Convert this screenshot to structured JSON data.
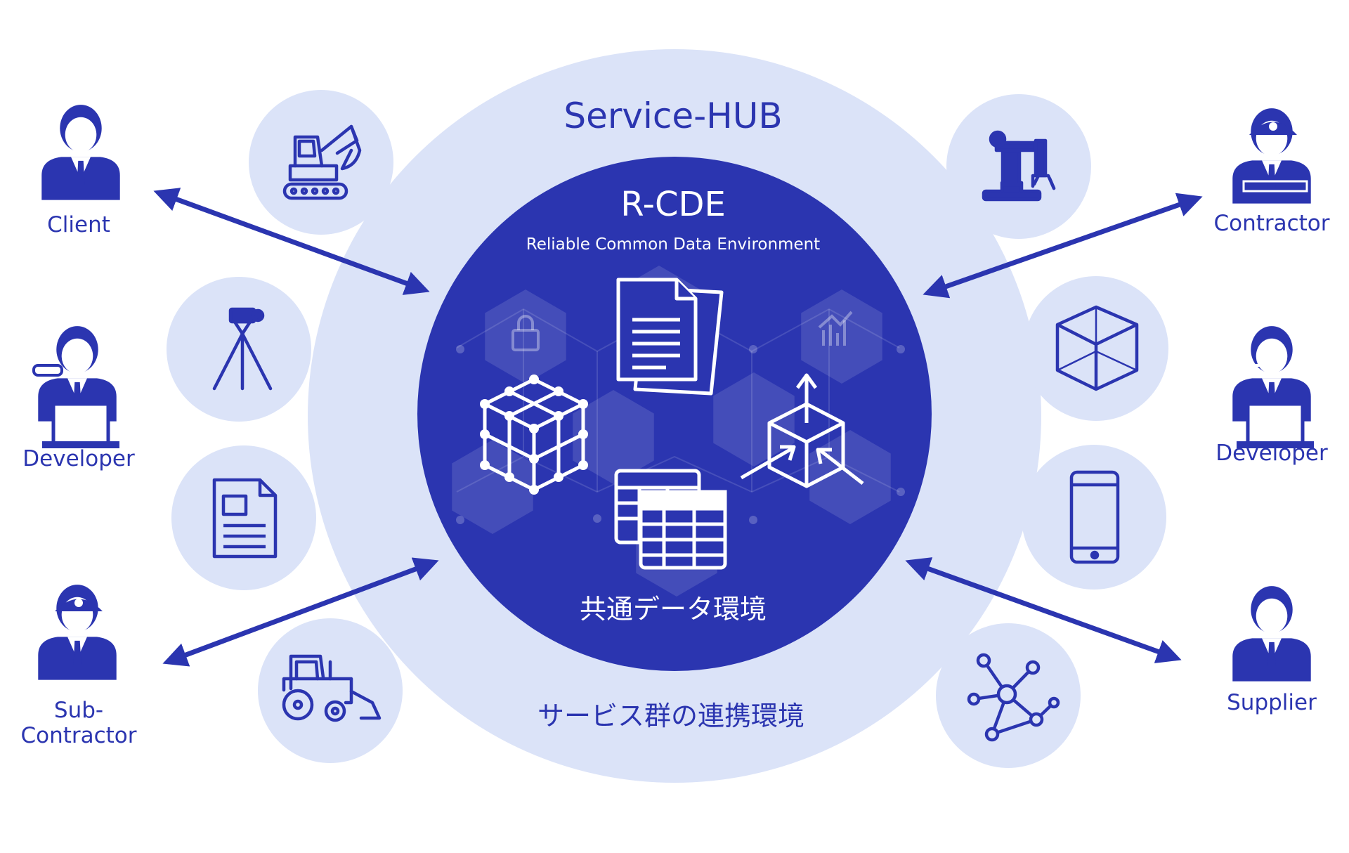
{
  "hub": {
    "title": "Service-HUB",
    "subtitle": "サービス群の連携環境"
  },
  "core": {
    "title": "R-CDE",
    "subtitle": "Reliable Common Data Environment",
    "caption": "共通データ環境"
  },
  "stakeholders": {
    "client": "Client",
    "developer_left": "Developer",
    "subcontractor_line1": "Sub-",
    "subcontractor_line2": "Contractor",
    "contractor": "Contractor",
    "developer_right": "Developer",
    "supplier": "Supplier"
  },
  "service_icons": [
    "excavator-icon",
    "surveying-tripod-icon",
    "document-icon",
    "tractor-icon",
    "robot-arm-icon",
    "3d-cube-icon",
    "smartphone-icon",
    "network-graph-icon"
  ],
  "colors": {
    "hub_fill": "#dbe3f8",
    "core_fill": "#2b35b0",
    "accent": "#2b35b0",
    "core_text": "#ffffff"
  }
}
